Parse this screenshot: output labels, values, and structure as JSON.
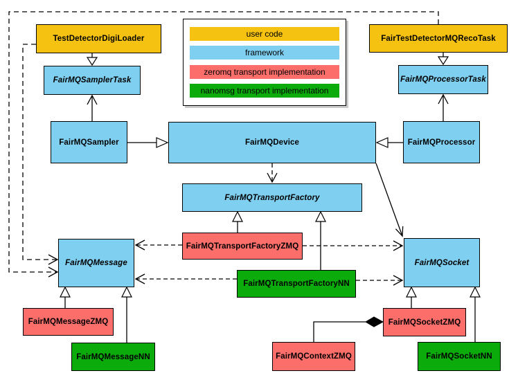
{
  "palette": {
    "user_code": "#F5C211",
    "framework": "#7FCFF1",
    "zeromq": "#FB6E6A",
    "nanomsg": "#0CAB0C",
    "line": "#000000",
    "background": "#FFFFFF"
  },
  "legend": {
    "items": [
      {
        "label": "user code",
        "color": "#F5C211",
        "key": "user_code"
      },
      {
        "label": "framework",
        "color": "#7FCFF1",
        "key": "framework"
      },
      {
        "label": "zeromq transport implementation",
        "color": "#FB6E6A",
        "key": "zeromq"
      },
      {
        "label": "nanomsg transport implementation",
        "color": "#0CAB0C",
        "key": "nanomsg"
      }
    ]
  },
  "nodes": {
    "testDetectorDigiLoader": {
      "label": "TestDetectorDigiLoader",
      "category": "user code",
      "abstract": false
    },
    "fairTestDetectorMQRecoTask": {
      "label": "FairTestDetectorMQRecoTask",
      "category": "user code",
      "abstract": false
    },
    "fairMQSamplerTask": {
      "label": "FairMQSamplerTask",
      "category": "framework",
      "abstract": true
    },
    "fairMQProcessorTask": {
      "label": "FairMQProcessorTask",
      "category": "framework",
      "abstract": true
    },
    "fairMQSampler": {
      "label": "FairMQSampler",
      "category": "framework",
      "abstract": false
    },
    "fairMQDevice": {
      "label": "FairMQDevice",
      "category": "framework",
      "abstract": false
    },
    "fairMQProcessor": {
      "label": "FairMQProcessor",
      "category": "framework",
      "abstract": false
    },
    "fairMQTransportFactory": {
      "label": "FairMQTransportFactory",
      "category": "framework",
      "abstract": true
    },
    "fairMQTransportFactoryZMQ": {
      "label": "FairMQTransportFactoryZMQ",
      "category": "zeromq",
      "abstract": false
    },
    "fairMQTransportFactoryNN": {
      "label": "FairMQTransportFactoryNN",
      "category": "nanomsg",
      "abstract": false
    },
    "fairMQMessage": {
      "label": "FairMQMessage",
      "category": "framework",
      "abstract": true
    },
    "fairMQSocket": {
      "label": "FairMQSocket",
      "category": "framework",
      "abstract": true
    },
    "fairMQMessageZMQ": {
      "label": "FairMQMessageZMQ",
      "category": "zeromq",
      "abstract": false
    },
    "fairMQMessageNN": {
      "label": "FairMQMessageNN",
      "category": "nanomsg",
      "abstract": false
    },
    "fairMQContextZMQ": {
      "label": "FairMQContextZMQ",
      "category": "zeromq",
      "abstract": false
    },
    "fairMQSocketZMQ": {
      "label": "FairMQSocketZMQ",
      "category": "zeromq",
      "abstract": false
    },
    "fairMQSocketNN": {
      "label": "FairMQSocketNN",
      "category": "nanomsg",
      "abstract": false
    }
  },
  "relations": [
    {
      "type": "inheritance",
      "from": "TestDetectorDigiLoader",
      "to": "FairMQSamplerTask"
    },
    {
      "type": "inheritance",
      "from": "FairTestDetectorMQRecoTask",
      "to": "FairMQProcessorTask"
    },
    {
      "type": "inheritance",
      "from": "FairMQSampler",
      "to": "FairMQDevice"
    },
    {
      "type": "inheritance",
      "from": "FairMQProcessor",
      "to": "FairMQDevice"
    },
    {
      "type": "inheritance",
      "from": "FairMQTransportFactoryZMQ",
      "to": "FairMQTransportFactory"
    },
    {
      "type": "inheritance",
      "from": "FairMQTransportFactoryNN",
      "to": "FairMQTransportFactory"
    },
    {
      "type": "inheritance",
      "from": "FairMQMessageZMQ",
      "to": "FairMQMessage"
    },
    {
      "type": "inheritance",
      "from": "FairMQMessageNN",
      "to": "FairMQMessage"
    },
    {
      "type": "inheritance",
      "from": "FairMQSocketZMQ",
      "to": "FairMQSocket"
    },
    {
      "type": "inheritance",
      "from": "FairMQSocketNN",
      "to": "FairMQSocket"
    },
    {
      "type": "association",
      "from": "FairMQSampler",
      "to": "FairMQSamplerTask"
    },
    {
      "type": "association",
      "from": "FairMQProcessor",
      "to": "FairMQProcessorTask"
    },
    {
      "type": "association",
      "from": "FairMQDevice",
      "to": "FairMQSocket"
    },
    {
      "type": "dependency",
      "from": "FairMQDevice",
      "to": "FairMQTransportFactory"
    },
    {
      "type": "dependency",
      "from": "FairMQTransportFactoryZMQ",
      "to": "FairMQMessage"
    },
    {
      "type": "dependency",
      "from": "FairMQTransportFactoryZMQ",
      "to": "FairMQSocket"
    },
    {
      "type": "dependency",
      "from": "FairMQTransportFactoryNN",
      "to": "FairMQMessage"
    },
    {
      "type": "dependency",
      "from": "FairMQTransportFactoryNN",
      "to": "FairMQSocket"
    },
    {
      "type": "dependency",
      "from": "TestDetectorDigiLoader",
      "to": "FairMQMessage"
    },
    {
      "type": "dependency",
      "from": "FairTestDetectorMQRecoTask",
      "to": "FairMQMessage"
    },
    {
      "type": "composition",
      "owner": "FairMQSocketZMQ",
      "part": "FairMQContextZMQ"
    }
  ]
}
